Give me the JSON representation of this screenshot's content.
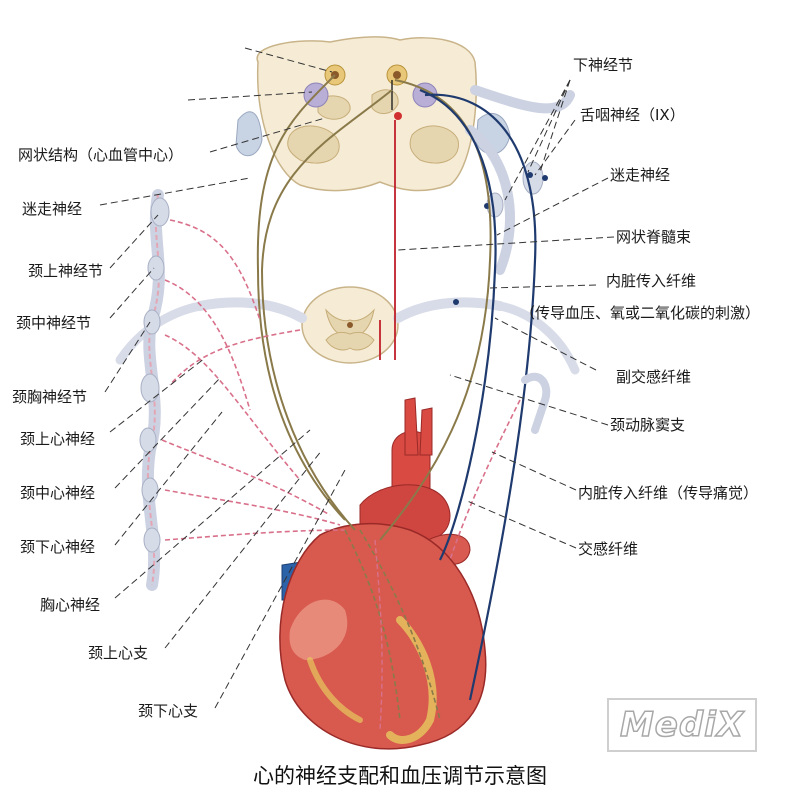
{
  "labels": {
    "reticular_formation": "网状结构（心血管中心）",
    "vagus_left": "迷走神经",
    "superior_cervical_ganglion": "颈上神经节",
    "middle_cervical_ganglion": "颈中神经节",
    "cervicothoracic_ganglion": "颈胸神经节",
    "superior_cardiac_nerve": "颈上心神经",
    "middle_cardiac_nerve": "颈中心神经",
    "inferior_cardiac_nerve": "颈下心神经",
    "thoracic_cardiac_nerve": "胸心神经",
    "superior_cardiac_branch": "颈上心支",
    "inferior_cardiac_branch": "颈下心支",
    "inferior_ganglion": "下神经节",
    "glossopharyngeal_nerve": "舌咽神经（IX）",
    "vagus_right": "迷走神经",
    "reticulospinal_tract": "网状脊髓束",
    "visceral_afferent_1": "内脏传入纤维",
    "visceral_afferent_1_note": "（传导血压、氧或二氧化碳的刺激）",
    "parasympathetic_fibers": "副交感纤维",
    "carotid_sinus_branch": "颈动脉窦支",
    "visceral_afferent_2": "内脏传入纤维（传导痛觉）",
    "sympathetic_fibers": "交感纤维"
  },
  "caption": "心的神经支配和血压调节示意图",
  "watermark": "MediX",
  "colors": {
    "nerve_brown": "#8a7a4a",
    "nerve_blue": "#1f3a6e",
    "sympathetic_pink": "#d9708a",
    "tract_red": "#c0202a",
    "heart_red": "#d8504a",
    "cord_cream": "#f6ecd6",
    "gray_matter": "#e6d6b0",
    "nucleus_violet": "#b8aed6"
  }
}
